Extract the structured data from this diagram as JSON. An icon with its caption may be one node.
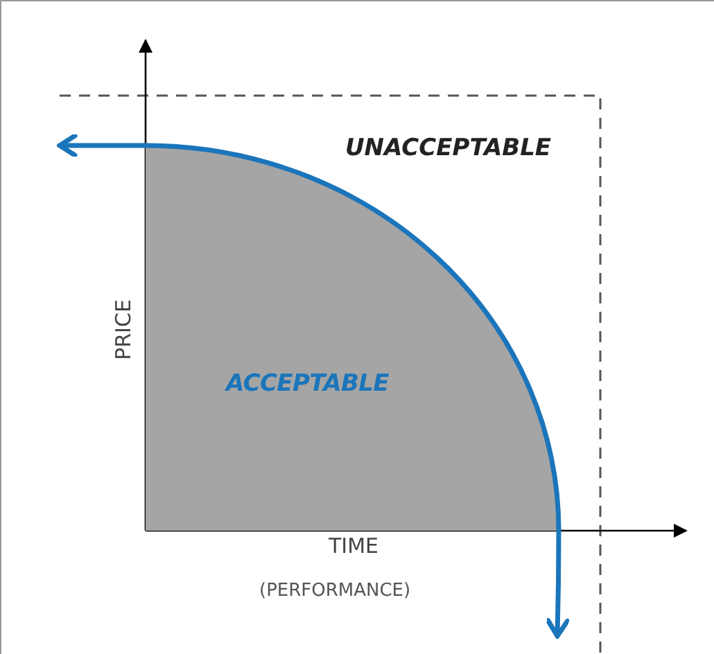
{
  "diagram": {
    "nodes": [
      {
        "text": [
          "ACCEPTABLE"
        ]
      }
    ],
    "labels": [
      "UNACCEPTABLE",
      "PRICE",
      "TIME",
      "(PERFORMANCE)"
    ]
  }
}
